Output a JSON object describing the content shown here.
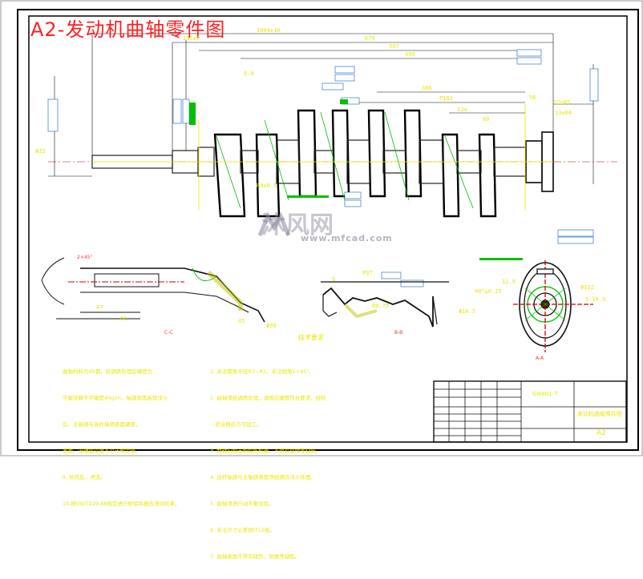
{
  "title": "A2-发动机曲轴零件图",
  "watermark": {
    "brand": "沐风网",
    "url": "www.mfcad.com"
  },
  "tech_requirements": {
    "heading": "技术要求",
    "left_lines": [
      "曲轴材料为45钢，经调质处理后硬度为",
      "平衡块静不平衡度40g/m，轴颈表面高频淬火",
      "后，主轴颈与连杆轴颈表面硬度，",
      "表面，淬硬层深度不小于规定值。",
      "9. 检验后，清洗。",
      "10.按GB/T229-88规定进行检验并报告测试结果。"
    ],
    "right_lines": [
      "1. 未注圆角半径R3~R5，未注倒角1×45°。",
      "2. 曲轴须经调质处理，调质后硬度符合要求，经检",
      "   验合格后方可加工。",
      "3. 曲轴应经无损探伤检查，不得有裂纹等缺陷。",
      "4. 连杆轴颈与主轴颈表面须经感应淬火处理。",
      "5. 曲轴须进行动平衡试验。",
      "6. 未注尺寸公差按IT12级。",
      "7. 曲轴表面不得有碰伤、划痕等缺陷。"
    ]
  },
  "title_block": {
    "drawing_no": "GH8N1-7",
    "part_name": "发动机曲轴零件图",
    "size": "A2"
  },
  "dimensions": {
    "top": [
      "1004±10",
      "679",
      "587",
      "495",
      "306",
      "165±0",
      "P163",
      "124",
      "60",
      "22±05",
      "10±04",
      "56",
      "0.8"
    ],
    "other": [
      "47",
      "61",
      "P97",
      "9",
      "R0.75",
      "45",
      "Φ99",
      "R6",
      "R4±0.5",
      "Φ132",
      "Φ16.5",
      "90°±0.25",
      "5-16.5",
      "12.5",
      "Φ32",
      "A-A",
      "C-C",
      "B-B",
      "2×45°"
    ]
  },
  "colors": {
    "background": "#ffffff",
    "border": "#000000",
    "outline": "#ffffff",
    "yellow": "#e8e800",
    "green": "#00c000",
    "red": "#ff2020",
    "cyan": "#00b0ff",
    "hatch": "#c0c000"
  }
}
